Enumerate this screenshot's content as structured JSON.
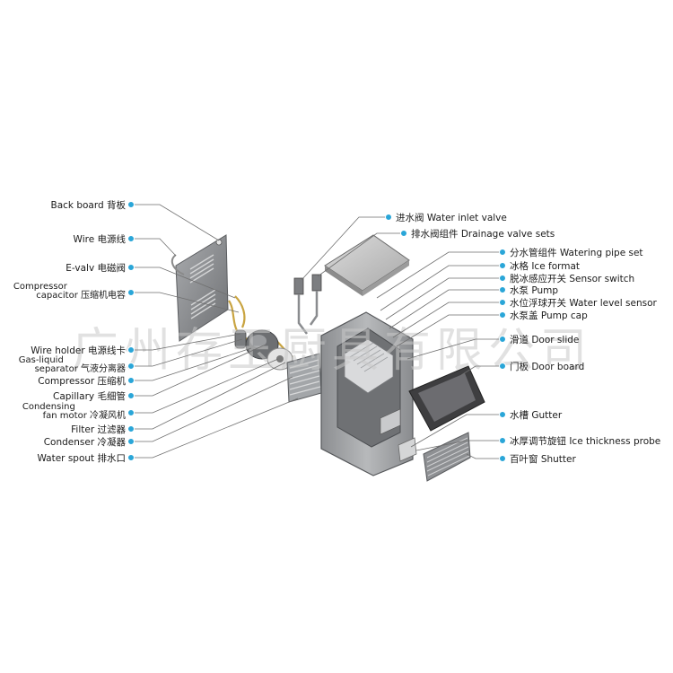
{
  "left_labels": [
    {
      "lines": [
        "Back board 背板"
      ]
    },
    {
      "lines": [
        "Wire 电源线"
      ]
    },
    {
      "lines": [
        "E-valv 电磁阀"
      ]
    },
    {
      "lines": [
        "Compressor",
        "capacitor 压缩机电容"
      ]
    },
    {
      "lines": [
        "Wire holder 电源线卡"
      ]
    },
    {
      "lines": [
        "Gas-liquid",
        "separator 气液分离器"
      ]
    },
    {
      "lines": [
        "Compressor 压缩机"
      ]
    },
    {
      "lines": [
        "Capillary 毛细管"
      ]
    },
    {
      "lines": [
        "Condensing",
        "fan motor 冷凝风机"
      ]
    },
    {
      "lines": [
        "Filter 过滤器"
      ]
    },
    {
      "lines": [
        "Condenser 冷凝器"
      ]
    },
    {
      "lines": [
        "Water spout 排水口"
      ]
    }
  ],
  "right_labels": [
    {
      "lines": [
        "进水阀 Water inlet valve"
      ]
    },
    {
      "lines": [
        "排水阀组件 Drainage valve sets"
      ]
    },
    {
      "lines": [
        "分水管组件 Watering pipe set"
      ]
    },
    {
      "lines": [
        "冰格 Ice format"
      ]
    },
    {
      "lines": [
        "脱冰感应开关 Sensor switch"
      ]
    },
    {
      "lines": [
        "水泵 Pump"
      ]
    },
    {
      "lines": [
        "水位浮球开关 Water level sensor"
      ]
    },
    {
      "lines": [
        "水泵盖 Pump cap"
      ]
    },
    {
      "lines": [
        "滑道 Door slide"
      ]
    },
    {
      "lines": [
        "门板 Door board"
      ]
    },
    {
      "lines": [
        "水槽 Gutter"
      ]
    },
    {
      "lines": [
        "冰厚调节旋钮 Ice thickness probe"
      ]
    },
    {
      "lines": [
        "百叶窗 Shutter"
      ]
    }
  ],
  "watermark": "广州存玉厨具有限公司",
  "colors": {
    "dot": "#2aa6d8",
    "leader": "#6f6f6f",
    "panel": "#8d8f93",
    "cabinet": "#a3a5a8"
  }
}
